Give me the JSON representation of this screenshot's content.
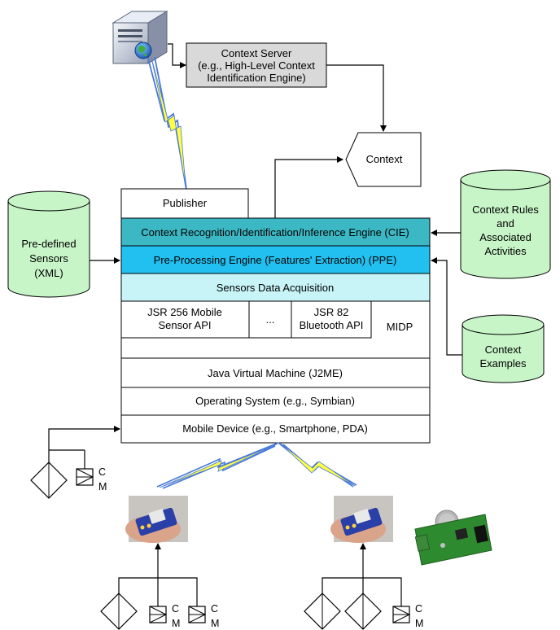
{
  "server": {
    "title": "Context Server",
    "line2": "(e.g., High-Level Context",
    "line3": "Identification Engine)"
  },
  "context": {
    "label": "Context"
  },
  "stack": {
    "publisher": "Publisher",
    "cie": "Context Recognition/Identification/Inference Engine (CIE)",
    "ppe": "Pre-Processing Engine (Features' Extraction) (PPE)",
    "acquisition": "Sensors Data Acquisition",
    "jsr256_line1": "JSR 256 Mobile",
    "jsr256_line2": "Sensor API",
    "ellipsis": "...",
    "jsr82_line1": "JSR 82",
    "jsr82_line2": "Bluetooth API",
    "midp": "MIDP",
    "jvm": "Java Virtual Machine (J2ME)",
    "os": "Operating System (e.g., Symbian)",
    "device": "Mobile Device (e.g., Smartphone, PDA)"
  },
  "databases": {
    "predefined": [
      "Pre-defined",
      "Sensors",
      "(XML)"
    ],
    "rules": [
      "Context Rules",
      "and",
      "Associated",
      "Activities"
    ],
    "examples": [
      "Context",
      "Examples"
    ]
  },
  "sensor_label": {
    "c": "C",
    "m": "M"
  },
  "colors": {
    "cie": "#3cb8c4",
    "ppe": "#22c0f0",
    "acquisition": "#c8f4f8",
    "database": "#c8f5c8",
    "server_box": "#d9d9d9",
    "lightning_fill": "#ffff40",
    "lightning_stroke": "#4a7ad8"
  }
}
